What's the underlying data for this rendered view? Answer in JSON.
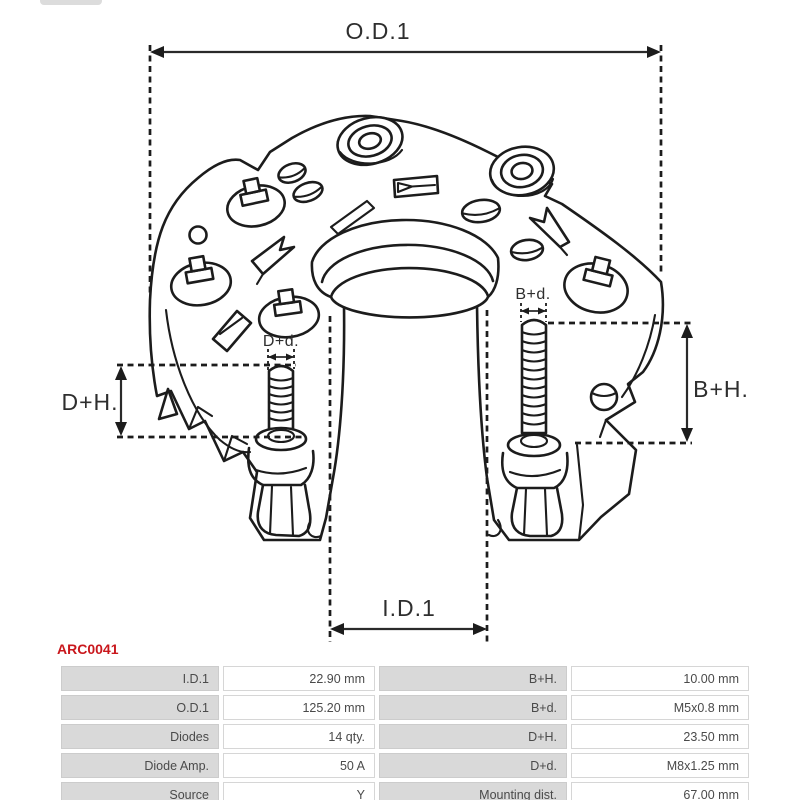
{
  "part_number": "ARC0041",
  "drawing": {
    "labels": {
      "od1": "O.D.1",
      "id1": "I.D.1",
      "dph": "D+H.",
      "bph": "B+H.",
      "dpd": "D+d.",
      "bpd": "B+d."
    },
    "line_color": "#1c1c1c"
  },
  "colors": {
    "part_number_red": "#c9171c",
    "table_label_bg": "#d9d9d9",
    "table_text": "#4a4a4a"
  },
  "specs": {
    "rows": [
      {
        "label1": "I.D.1",
        "value1": "22.90 mm",
        "label2": "B+H.",
        "value2": "10.00 mm"
      },
      {
        "label1": "O.D.1",
        "value1": "125.20 mm",
        "label2": "B+d.",
        "value2": "M5x0.8 mm"
      },
      {
        "label1": "Diodes",
        "value1": "14 qty.",
        "label2": "D+H.",
        "value2": "23.50 mm"
      },
      {
        "label1": "Diode Amp.",
        "value1": "50 A",
        "label2": "D+d.",
        "value2": "M8x1.25 mm"
      },
      {
        "label1": "Source",
        "value1": "Y",
        "label2": "Mounting dist.",
        "value2": "67.00 mm"
      }
    ]
  }
}
